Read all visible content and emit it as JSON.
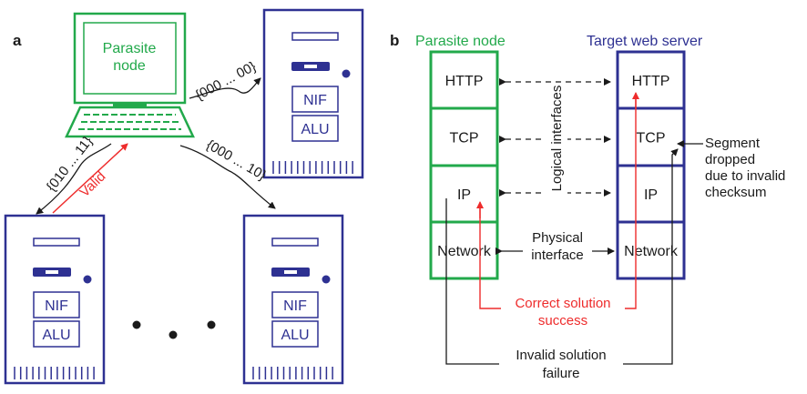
{
  "panel_a": {
    "label": "a",
    "parasite_node": {
      "line1": "Parasite",
      "line2": "node"
    },
    "servers": [
      {
        "nif": "NIF",
        "alu": "ALU"
      },
      {
        "nif": "NIF",
        "alu": "ALU"
      },
      {
        "nif": "NIF",
        "alu": "ALU"
      }
    ],
    "packets": {
      "to_top_right": "{000 ... 00}",
      "to_bottom_right": "{000 ... 10}",
      "to_left": "{010 ... 11}"
    },
    "valid_label": "Valid",
    "ellipsis": "• • •"
  },
  "panel_b": {
    "label": "b",
    "parasite_node_title": "Parasite node",
    "target_title": "Target web server",
    "layers": [
      "HTTP",
      "TCP",
      "IP",
      "Network"
    ],
    "logical_interfaces": "Logical interfaces",
    "physical_interface": {
      "line1": "Physical",
      "line2": "interface"
    },
    "segment_dropped": {
      "line1": "Segment",
      "line2": "dropped",
      "line3": "due to invalid",
      "line4": "checksum"
    },
    "correct_solution": {
      "line1": "Correct solution",
      "line2": "success"
    },
    "invalid_solution": {
      "line1": "Invalid solution",
      "line2": "failure"
    }
  },
  "colors": {
    "parasite_green": "#22a94b",
    "server_blue": "#2e3192",
    "valid_red": "#ee2c2c",
    "text": "#1a1a1a"
  }
}
